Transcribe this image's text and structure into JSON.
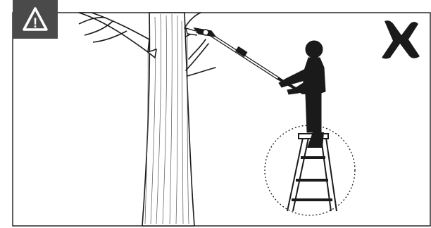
{
  "warning_badge": {
    "icon": "warning-triangle-exclamation-icon",
    "symbol": "!"
  },
  "status_mark": {
    "icon": "prohibited-x-icon",
    "meaning": "incorrect"
  },
  "colors": {
    "ink": "#1a1a1a",
    "badge": "#4a4a4a",
    "paper": "#ffffff"
  },
  "scene": {
    "tree": "tree-trunk-with-branches",
    "person": "person-silhouette-using-pole-saw",
    "tool": "pole-saw-icon",
    "support": "step-ladder-icon",
    "highlight": "dotted-circle-highlight-on-ladder"
  }
}
